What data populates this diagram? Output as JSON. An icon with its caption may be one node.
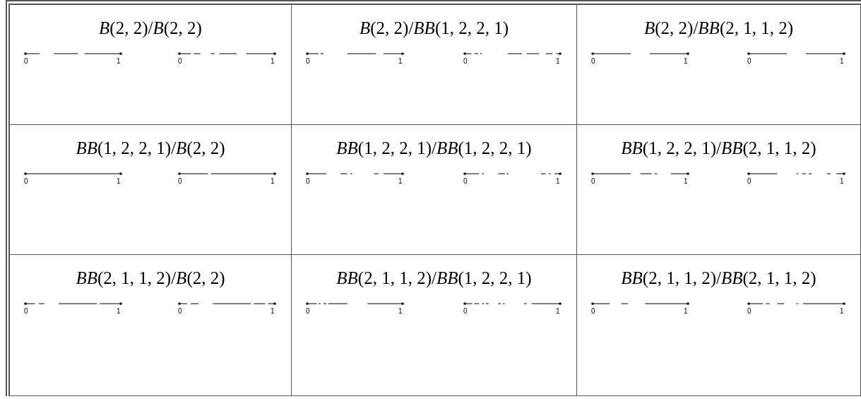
{
  "diagram": {
    "labels": [
      "*B*(2, 2)/*B*(2, 2)",
      "0",
      "1",
      "0",
      "1",
      "*B*(2, 2)/*BB*(1, 2, 2, 1)",
      "0",
      "1",
      "0",
      "1",
      "*B*(2, 2)/*BB*(2, 1, 1, 2)",
      "0",
      "1",
      "0",
      "1",
      "*BB*(1, 2, 2, 1)/*B*(2, 2)",
      "0",
      "1",
      "0",
      "1",
      "*BB*(1, 2, 2, 1)/*BB*(1, 2, 2, 1)",
      "0",
      "1",
      "0",
      "1",
      "*BB*(1, 2, 2, 1)/*BB*(2, 1, 1, 2)",
      "0",
      "1",
      "0",
      "1",
      "*BB*(2, 1, 1, 2)/*B*(2, 2)",
      "0",
      "1",
      "0",
      "1",
      "*BB*(2, 1, 1, 2)/*BB*(1, 2, 2, 1)",
      "0",
      "1",
      "0",
      "1",
      "*BB*(2, 1, 1, 2)/*BB*(2, 1, 1, 2)",
      "0",
      "1",
      "0",
      "1"
    ]
  }
}
